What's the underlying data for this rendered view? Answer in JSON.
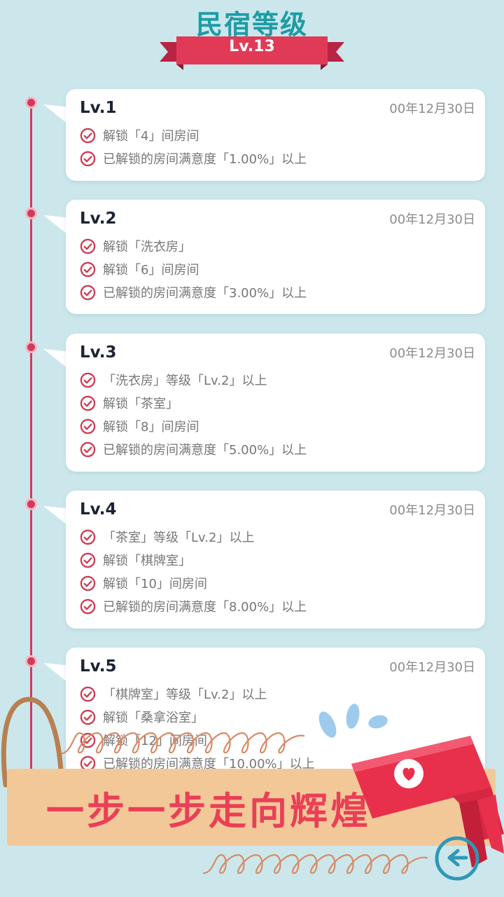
{
  "header": {
    "title": "民宿等级",
    "current_level": "Lv.13"
  },
  "levels": [
    {
      "level": "Lv.1",
      "date": "00年12月30日",
      "requirements": [
        "解锁「4」间房间",
        "已解锁的房间满意度「1.00%」以上"
      ]
    },
    {
      "level": "Lv.2",
      "date": "00年12月30日",
      "requirements": [
        "解锁「洗衣房」",
        "解锁「6」间房间",
        "已解锁的房间满意度「3.00%」以上"
      ]
    },
    {
      "level": "Lv.3",
      "date": "00年12月30日",
      "requirements": [
        "「洗衣房」等级「Lv.2」以上",
        "解锁「茶室」",
        "解锁「8」间房间",
        "已解锁的房间满意度「5.00%」以上"
      ]
    },
    {
      "level": "Lv.4",
      "date": "00年12月30日",
      "requirements": [
        "「茶室」等级「Lv.2」以上",
        "解锁「棋牌室」",
        "解锁「10」间房间",
        "已解锁的房间满意度「8.00%」以上"
      ]
    },
    {
      "level": "Lv.5",
      "date": "00年12月30日",
      "requirements": [
        "「棋牌室」等级「Lv.2」以上",
        "解锁「桑拿浴室」",
        "解锁「12」间房间",
        "已解锁的房间满意度「10.00%」以上"
      ]
    }
  ],
  "banner": {
    "slogan": "一步一步走向辉煌"
  },
  "colors": {
    "accent": "#d33a5a",
    "title_teal": "#1d9ca5",
    "background": "#cbe7ec",
    "banner": "#f3c899",
    "slogan": "#ea3f57"
  }
}
